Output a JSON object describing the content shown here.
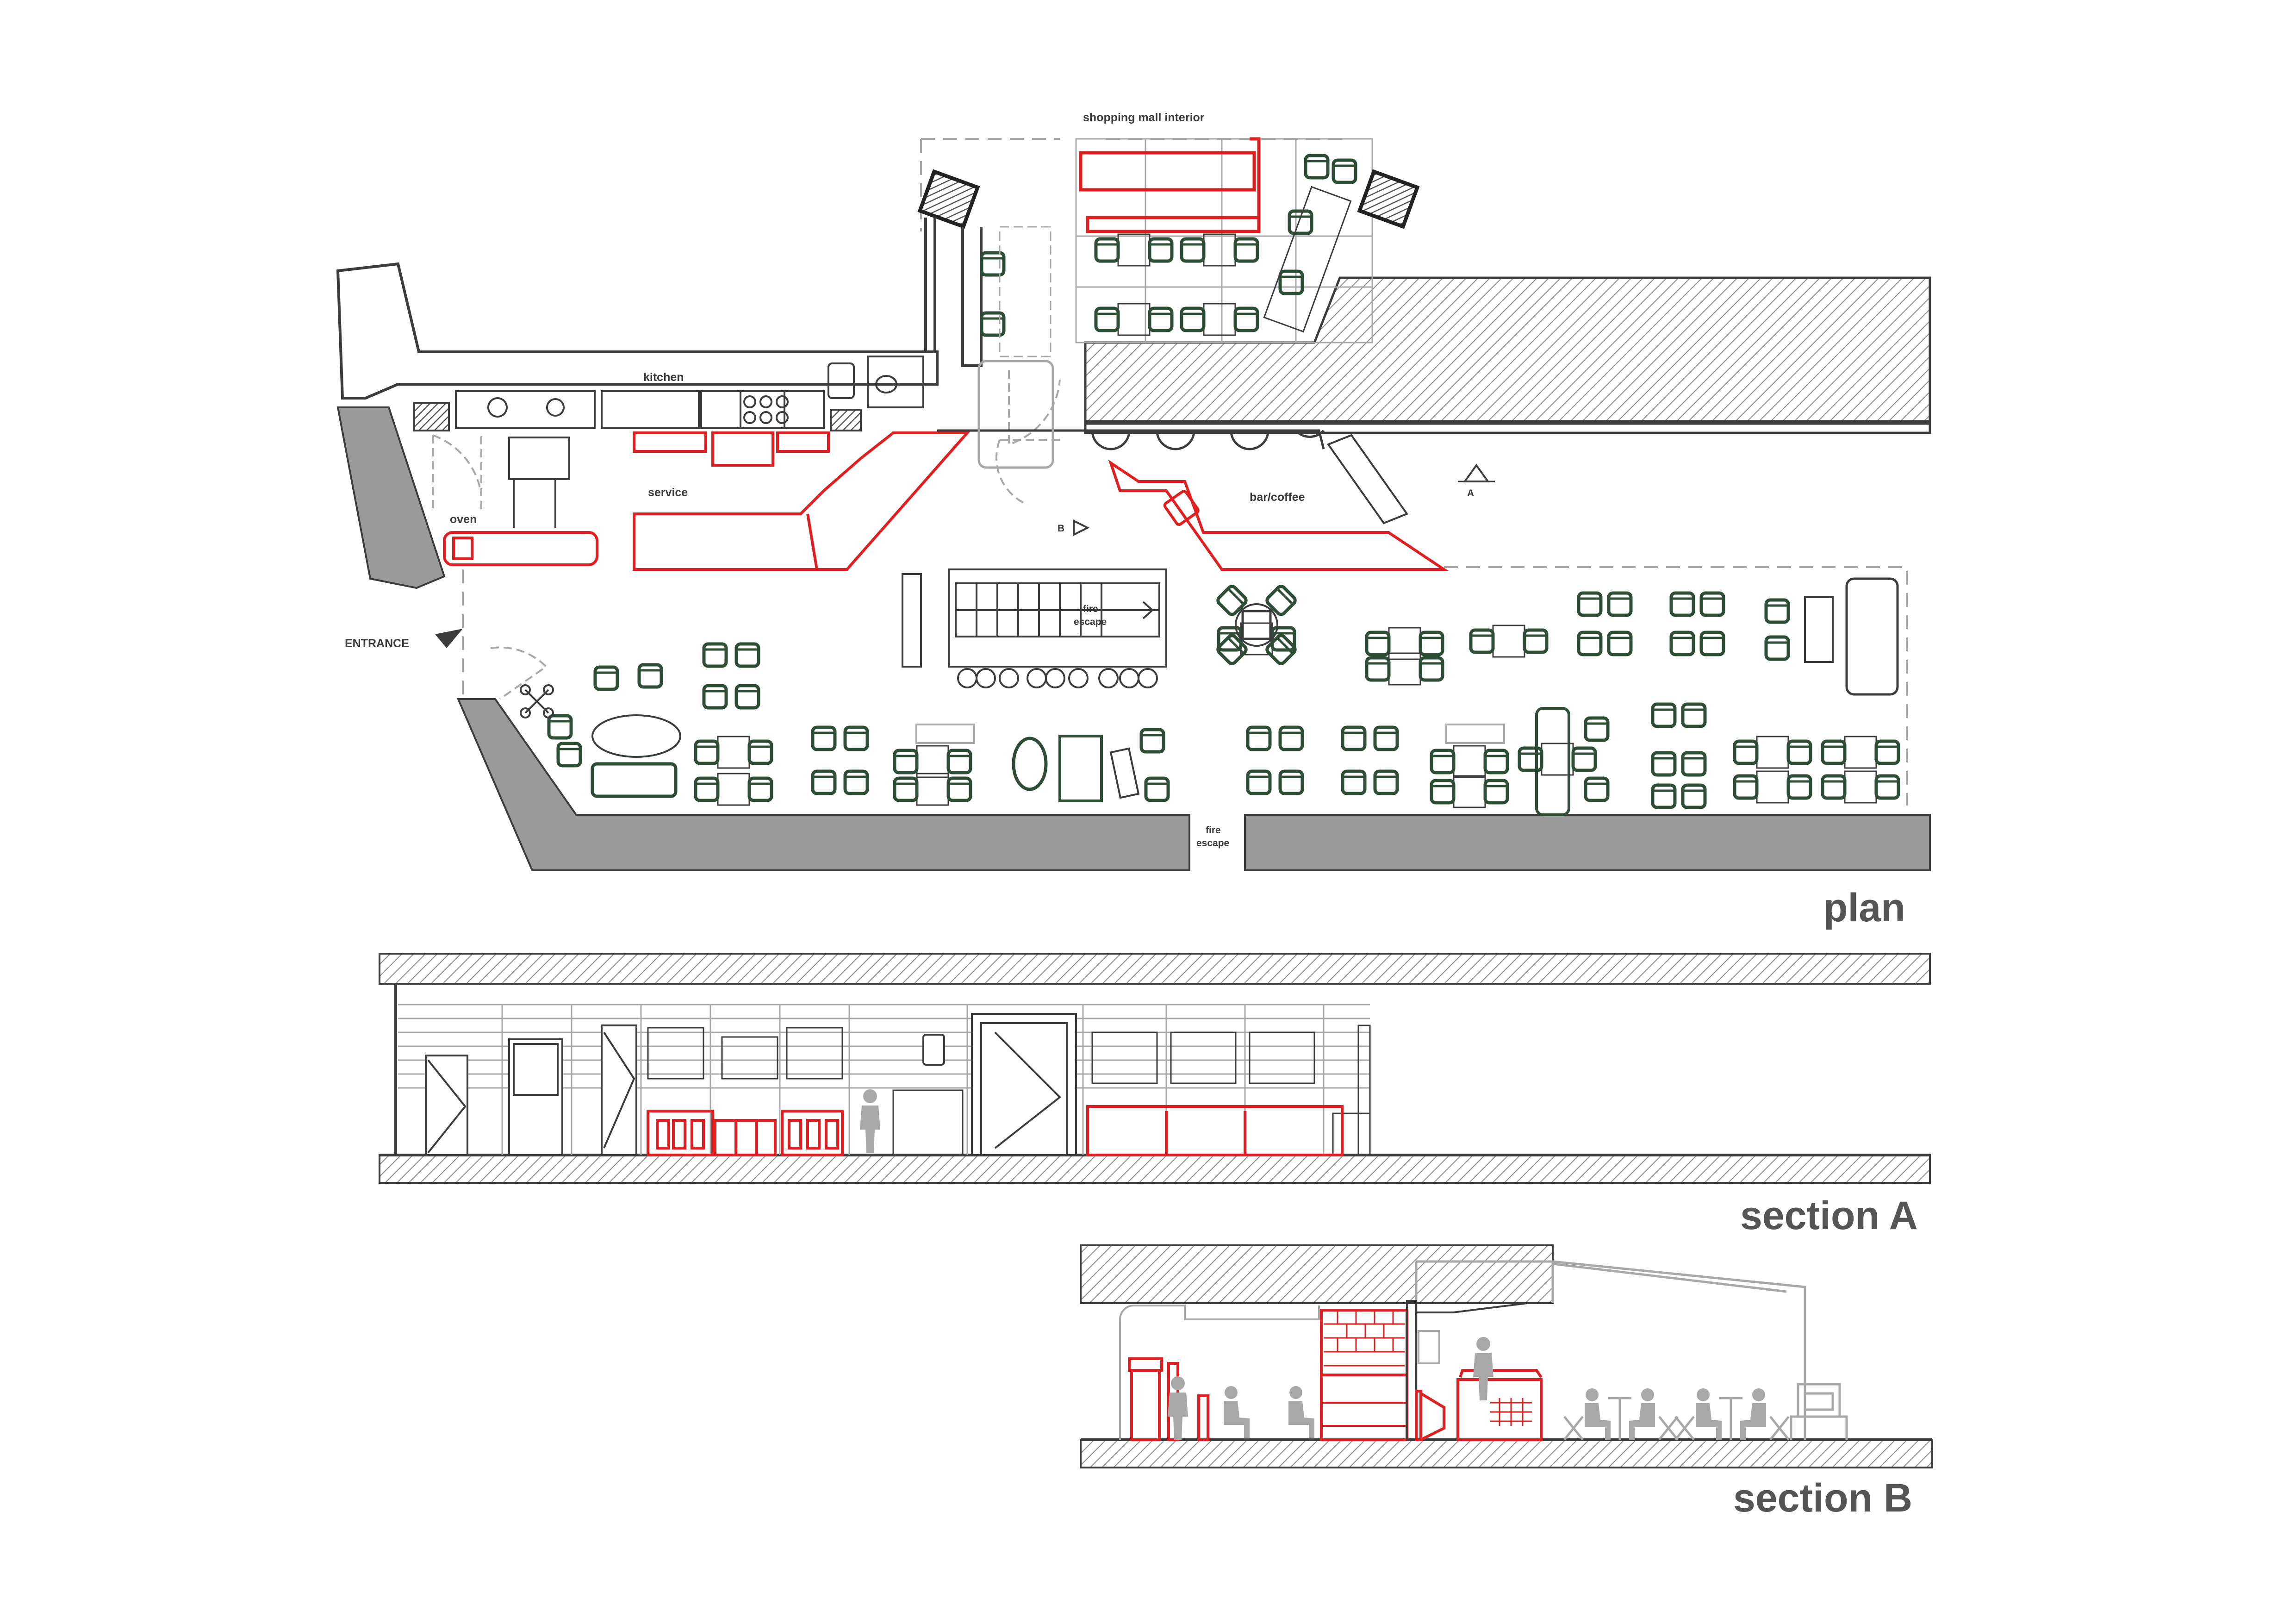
{
  "colors": {
    "wall": "#9a9a9a",
    "line": "#3c3c3c",
    "light_line": "#a8a8a8",
    "red": "#e02020",
    "green": "#2e4d35",
    "hatch": "#8c8c8c",
    "label": "#555555"
  },
  "plan": {
    "title": "plan",
    "labels": {
      "mall": "shopping mall interior",
      "kitchen": "kitchen",
      "service": "service",
      "oven": "oven",
      "bar": "bar/coffee",
      "entrance": "ENTRANCE",
      "fire1": "fire",
      "fire2": "escape",
      "marker_a": "A",
      "marker_b": "B"
    }
  },
  "section_a": {
    "title": "section A"
  },
  "section_b": {
    "title": "section B"
  }
}
